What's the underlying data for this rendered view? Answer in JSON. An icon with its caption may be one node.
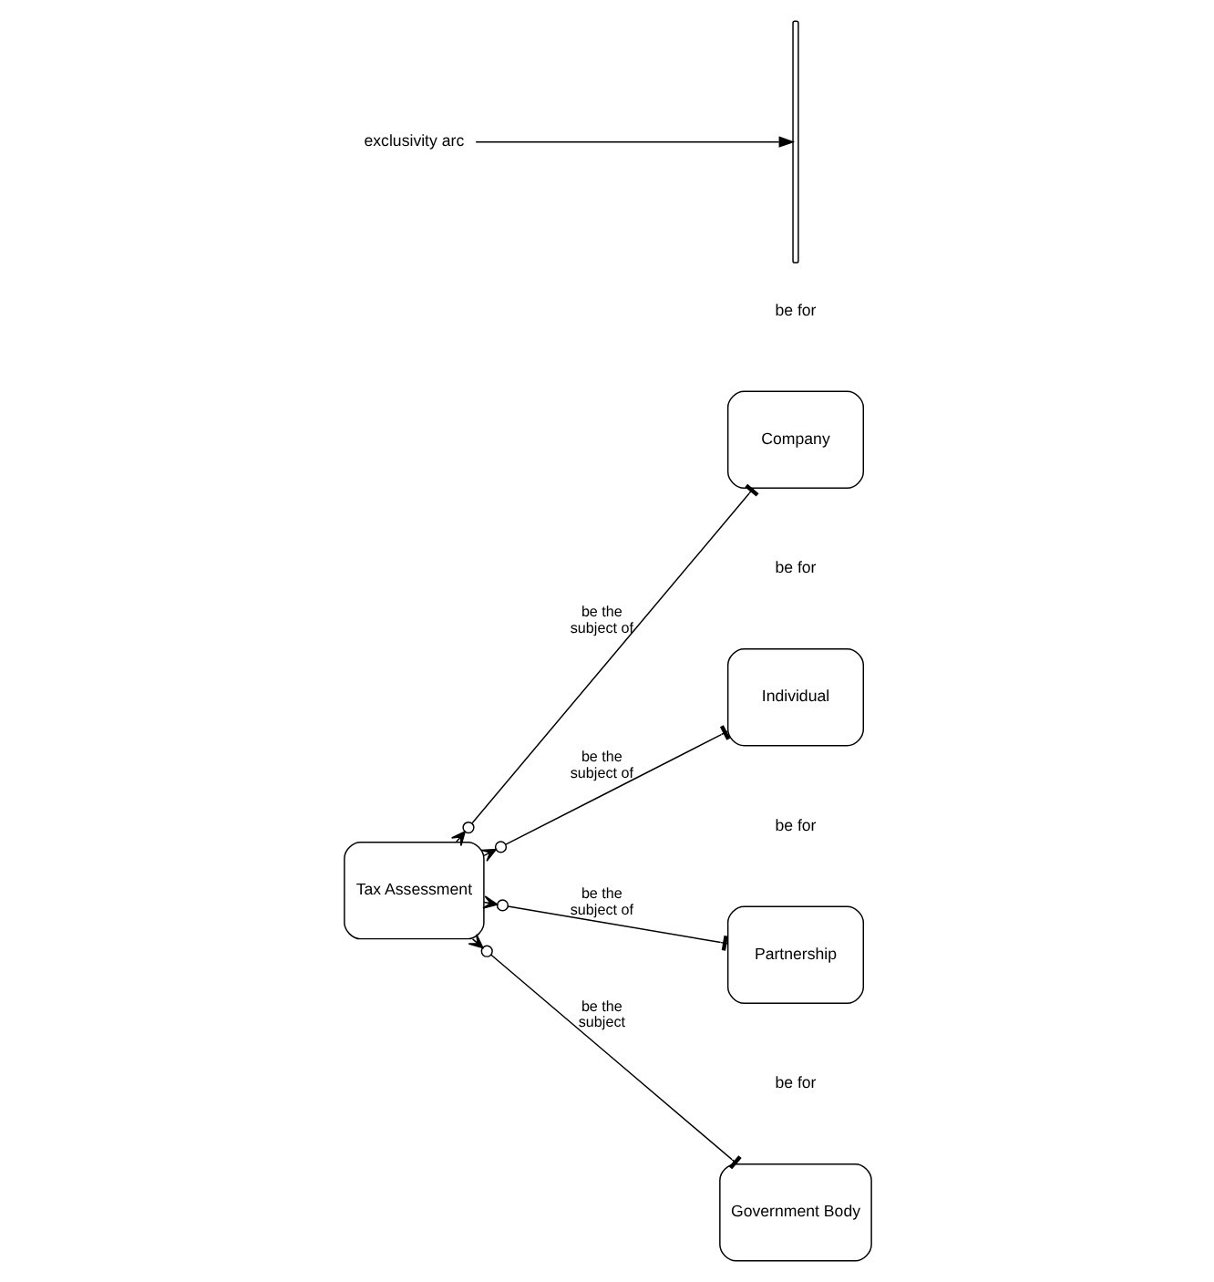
{
  "diagram": {
    "nodes": [
      {
        "text": [
          "Tax Assessment"
        ]
      },
      {
        "text": [
          "Company"
        ]
      },
      {
        "text": [
          "Individual"
        ]
      },
      {
        "text": [
          "Partnership"
        ]
      },
      {
        "text": [
          "Government Body"
        ]
      },
      {
        "text": [],
        "shape": "arc"
      },
      {
        "text": [
          "exclusivity arc"
        ]
      }
    ],
    "edges": [
      {
        "from": 0,
        "to": 1,
        "arrow": "other",
        "label": "be the subject of"
      },
      {
        "from": 0,
        "to": 2,
        "arrow": "other",
        "label": "be the subject of"
      },
      {
        "from": 0,
        "to": 3,
        "arrow": "other",
        "label": "be the subject of"
      },
      {
        "from": 0,
        "to": 4,
        "arrow": "other",
        "label": "be the subject"
      },
      {
        "from": 6,
        "to": 5,
        "arrow": "to"
      }
    ],
    "labels": [
      "be for",
      "be for",
      "be for",
      "be for"
    ]
  }
}
